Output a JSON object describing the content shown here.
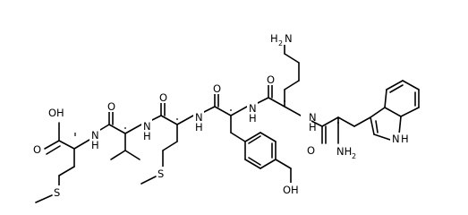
{
  "molecule": {
    "atom_labels": {
      "oh_acid": "OH",
      "o_acid": "O",
      "nh_met1": "N",
      "h_met1": "H",
      "o_val": "O",
      "nh_val": "N",
      "h_val": "H",
      "o_met2": "O",
      "nh_met2": "N",
      "h_met2": "H",
      "o_tyr": "O",
      "nh_tyr": "N",
      "h_tyr": "H",
      "o_lys": "O",
      "nh_lys": "N",
      "h_lys": "H",
      "o_trp": "O",
      "nh2_trp": "NH",
      "nh2_trp_sub": "2",
      "s_met1": "S",
      "s_met2": "S",
      "oh_tyr": "OH",
      "nh2_lys": "H",
      "nh2_lys_n": "N",
      "nh2_lys_sub": "2",
      "nh_indole": "N",
      "h_indole": "H"
    },
    "colors": {
      "bond": "#000000",
      "text": "#000000",
      "background": "#ffffff"
    }
  }
}
